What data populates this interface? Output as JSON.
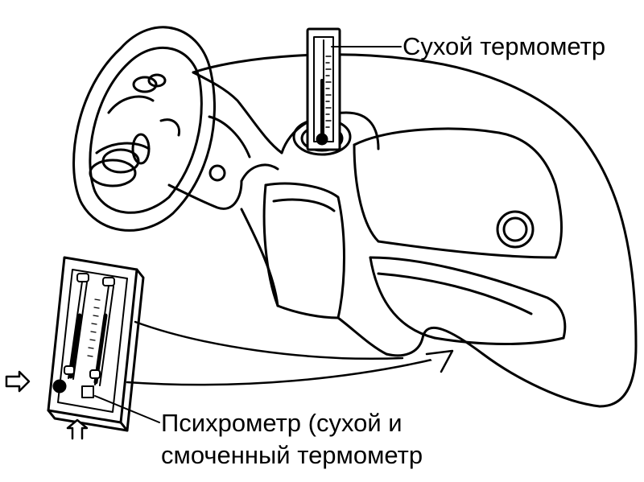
{
  "labels": {
    "dry_thermometer": "Сухой термометр",
    "psychrometer_line1": "Психрометр (сухой и",
    "psychrometer_line2": "смоченный термометр"
  },
  "colors": {
    "ink": "#000000",
    "paper": "#ffffff"
  },
  "icons": {
    "airflow_in": "arrow-right-icon",
    "airflow_up": "arrow-up-icon",
    "flow_arrow": "curved-arrow-icon"
  }
}
